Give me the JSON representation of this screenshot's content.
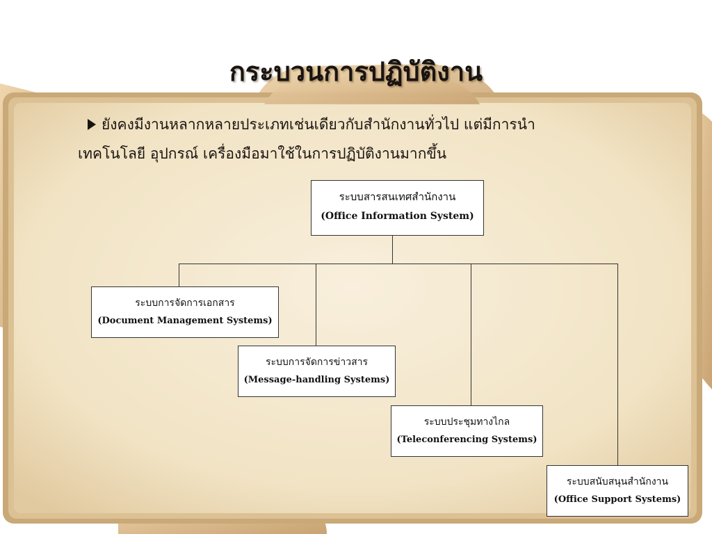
{
  "slide": {
    "title": "กระบวนการปฏิบัติงาน",
    "bullet_line1": "ยังคงมีงานหลากหลายประเภทเช่นเดียวกับสำนักงานทั่วไป แต่มีการนำ",
    "bullet_line2": "เทคโนโลยี อุปกรณ์ เครื่องมือมาใช้ในการปฏิบัติงานมากขึ้น"
  },
  "diagram": {
    "root": {
      "th": "ระบบสารสนเทศสำนักงาน",
      "en": "(Office Information System)"
    },
    "children": [
      {
        "th": "ระบบการจัดการเอกสาร",
        "en": "(Document Management Systems)"
      },
      {
        "th": "ระบบการจัดการข่าวสาร",
        "en": "(Message-handling Systems)"
      },
      {
        "th": "ระบบประชุมทางไกล",
        "en": "(Teleconferencing Systems)"
      },
      {
        "th": "ระบบสนับสนุนสำนักงาน",
        "en": "(Office Support Systems)"
      }
    ]
  },
  "colors": {
    "board_fill": "#f3e7cc",
    "board_frame": "#c9a978",
    "hand": "#e3c698",
    "text": "#1a1410",
    "line": "#333333"
  }
}
